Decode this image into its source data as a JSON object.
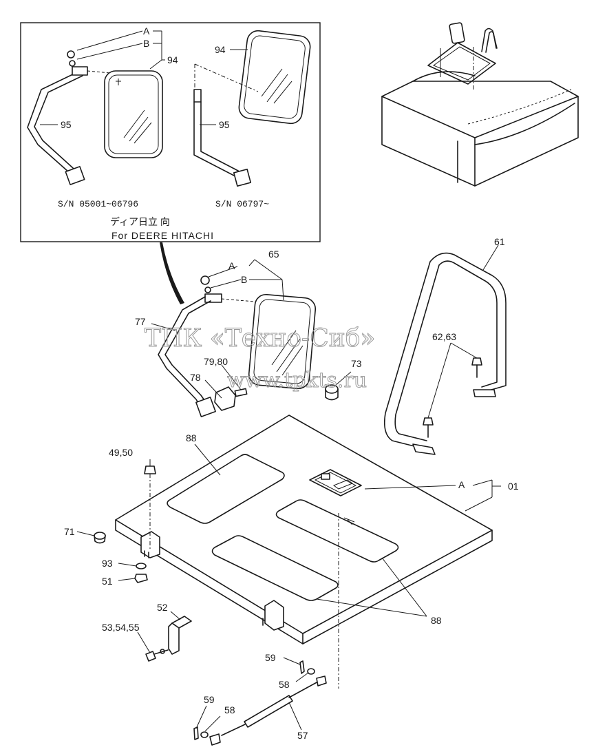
{
  "inset": {
    "variant_left_serial": "S/N 05001~06796",
    "variant_right_serial": "S/N 06797~",
    "note_jp": "ディア日立 向",
    "note_en": "For DEERE HITACHI"
  },
  "watermark": {
    "line1": "ТПК «Техно-Сиб»",
    "line2": "www.tpkts.ru"
  },
  "callouts": {
    "inset_A": "A",
    "inset_B": "B",
    "inset_94_left": "94",
    "inset_95_left": "95",
    "inset_94_right": "94",
    "inset_95_right": "95",
    "c_A": "A",
    "c_B": "B",
    "c_65": "65",
    "c_61": "61",
    "c_77": "77",
    "c_62_63": "62,63",
    "c_79_80": "79,80",
    "c_73": "73",
    "c_78": "78",
    "c_88_top": "88",
    "c_49_50": "49,50",
    "c_A_panel": "A",
    "c_01": "01",
    "c_71": "71",
    "c_93": "93",
    "c_51": "51",
    "c_88_bottom": "88",
    "c_52": "52",
    "c_53_54_55": "53,54,55",
    "c_59_top": "59",
    "c_58_top": "58",
    "c_59_bottom": "59",
    "c_58_bottom": "58",
    "c_57": "57"
  }
}
